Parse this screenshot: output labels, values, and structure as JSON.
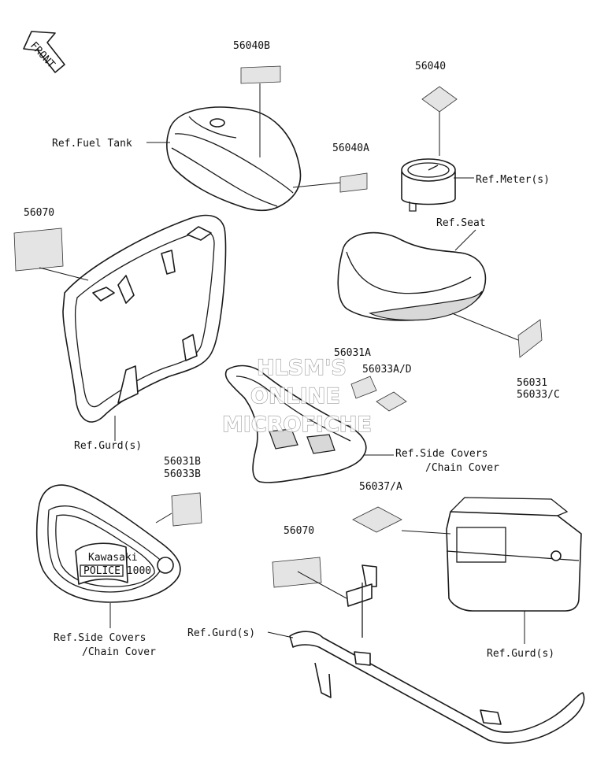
{
  "orientation": {
    "front_label": "FRONT"
  },
  "labels": {
    "p56040b": "56040B",
    "p56040": "56040",
    "ref_fuel_tank": "Ref.Fuel Tank",
    "p56040a": "56040A",
    "ref_meters": "Ref.Meter(s)",
    "p56070_top": "56070",
    "ref_seat": "Ref.Seat",
    "p56031a": "56031A",
    "p56033ad": "56033A/D",
    "p56031": "56031",
    "p56033c": "56033/C",
    "ref_gurds_left": "Ref.Gurd(s)",
    "p56031b": "56031B",
    "p56033b": "56033B",
    "ref_side_covers_center_1": "Ref.Side Covers",
    "ref_side_covers_center_2": "/Chain Cover",
    "p56037a": "56037/A",
    "p56070_bottom": "56070",
    "ref_side_covers_left_1": "Ref.Side Covers",
    "ref_side_covers_left_2": "/Chain Cover",
    "ref_gurds_bottom": "Ref.Gurd(s)",
    "ref_gurds_right": "Ref.Gurd(s)"
  },
  "emblem": {
    "brand": "Kawasaki",
    "model": "POLICE 1000"
  },
  "watermark": {
    "line1": "HLSM'S",
    "line2": "ONLINE",
    "line3": "MICROFICHE"
  }
}
